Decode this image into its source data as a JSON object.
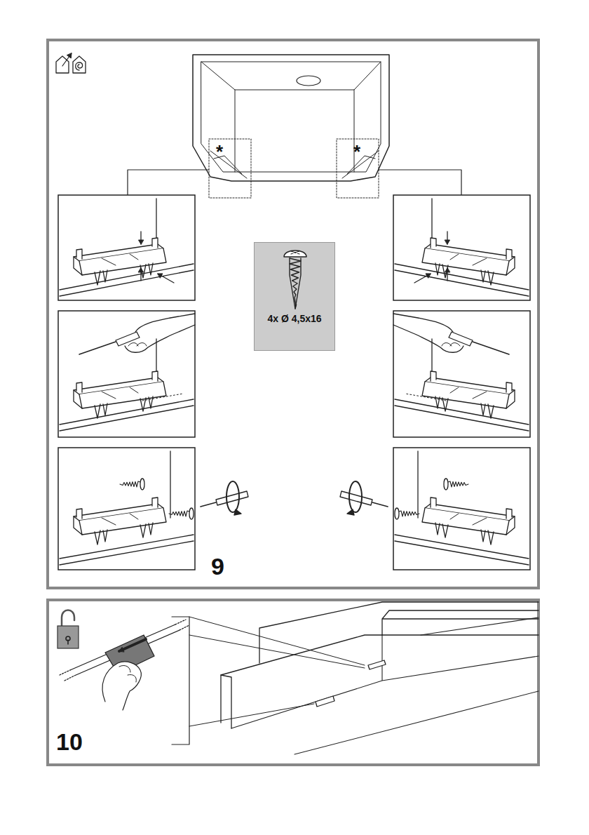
{
  "diagram": {
    "nodes": [
      {
        "text": [
          "4x Ø 4,5x16"
        ]
      }
    ],
    "labels": [
      "*",
      "*",
      "9",
      "10"
    ]
  }
}
